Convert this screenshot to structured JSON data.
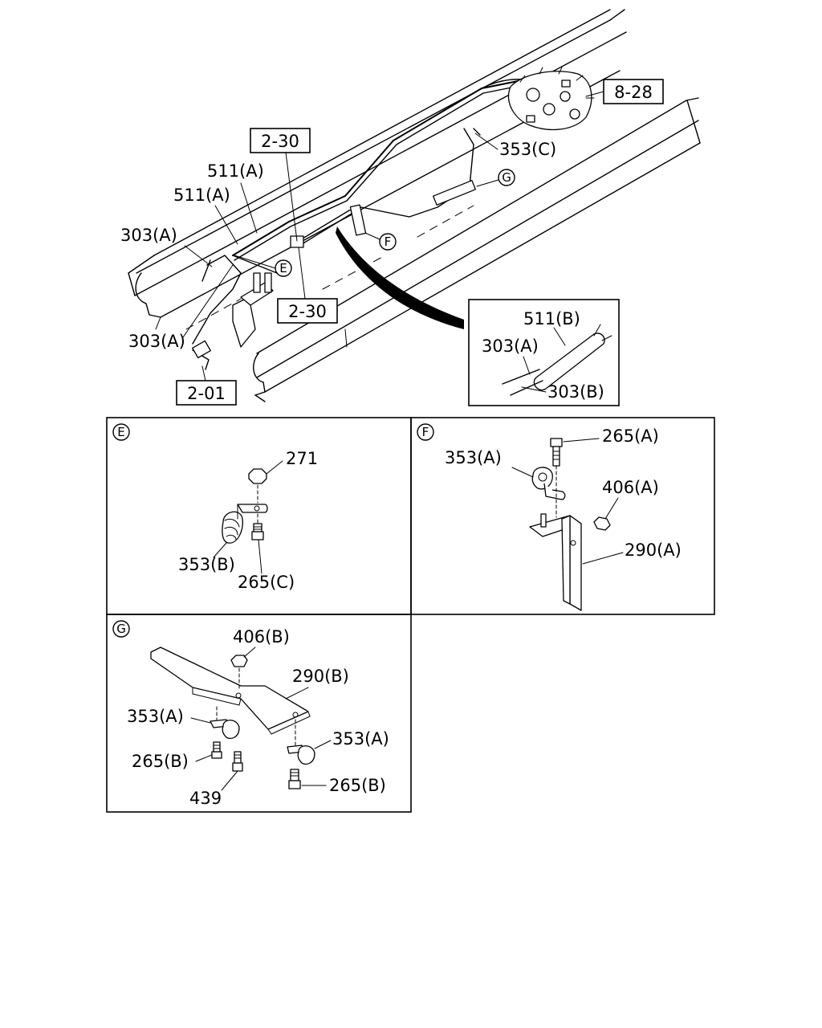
{
  "references": {
    "ref_8_28": "8-28",
    "ref_2_30_top": "2-30",
    "ref_2_30_bottom": "2-30",
    "ref_2_01": "2-01"
  },
  "main_labels": {
    "p353c": "353(C)",
    "p511a_1": "511(A)",
    "p511a_2": "511(A)",
    "p303a_1": "303(A)",
    "p303a_2": "303(A)"
  },
  "callouts": {
    "E": "E",
    "F": "F",
    "G": "G"
  },
  "inset_cable": {
    "p511b": "511(B)",
    "p303a": "303(A)",
    "p303b": "303(B)"
  },
  "panel_e": {
    "letter": "E",
    "p271": "271",
    "p353b": "353(B)",
    "p265c": "265(C)"
  },
  "panel_f": {
    "letter": "F",
    "p265a": "265(A)",
    "p353a": "353(A)",
    "p406a": "406(A)",
    "p290a": "290(A)"
  },
  "panel_g": {
    "letter": "G",
    "p406b": "406(B)",
    "p290b": "290(B)",
    "p353a_left": "353(A)",
    "p353a_right": "353(A)",
    "p265b_left": "265(B)",
    "p265b_right": "265(B)",
    "p439": "439"
  }
}
